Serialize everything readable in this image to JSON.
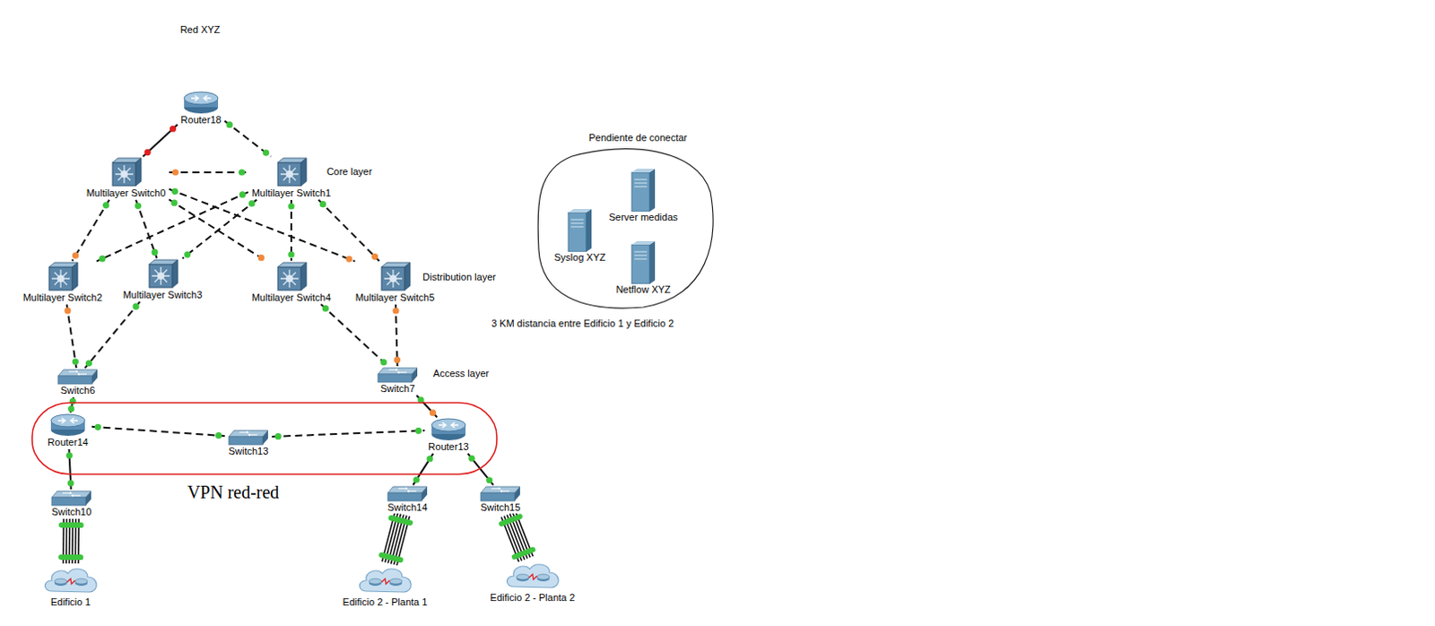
{
  "diagram": {
    "title": "Red XYZ",
    "nodes": [
      {
        "text": [
          "Router18"
        ]
      },
      {
        "text": [
          "Multilayer Switch0"
        ]
      },
      {
        "text": [
          "Multilayer Switch1"
        ]
      },
      {
        "text": [
          "Pendiente de conectar"
        ]
      },
      {
        "text": [
          "Server medidas"
        ],
        "in": 3
      },
      {
        "text": [
          "Syslog XYZ"
        ],
        "in": 3
      },
      {
        "text": [
          "Netflow XYZ"
        ],
        "in": 3
      },
      {
        "text": [
          "Multilayer Switch2"
        ]
      },
      {
        "text": [
          "Multilayer Switch3"
        ]
      },
      {
        "text": [
          "Multilayer Switch4"
        ]
      },
      {
        "text": [
          "Multilayer Switch5"
        ]
      },
      {
        "text": [
          "Switch6"
        ]
      },
      {
        "text": [
          "Switch7"
        ]
      },
      {
        "text": [
          "VPN red-red"
        ]
      },
      {
        "text": [
          "Router14"
        ],
        "in": 13
      },
      {
        "text": [
          "Switch13"
        ],
        "in": 13
      },
      {
        "text": [
          "Router13"
        ],
        "in": 13
      },
      {
        "text": [
          "Switch10"
        ]
      },
      {
        "text": [
          "Switch14"
        ]
      },
      {
        "text": [
          "Switch15"
        ]
      },
      {
        "text": [
          "Edificio 1"
        ]
      },
      {
        "text": [
          "Edificio 2 - Planta 1"
        ]
      },
      {
        "text": [
          "Edificio 2 - Planta 2"
        ]
      }
    ],
    "edges": [
      {
        "from": 0,
        "to": 1,
        "arrow": "none"
      },
      {
        "from": 0,
        "to": 2,
        "arrow": "none"
      },
      {
        "from": 1,
        "to": 2,
        "arrow": "none"
      },
      {
        "from": 1,
        "to": 7,
        "arrow": "none"
      },
      {
        "from": 1,
        "to": 8,
        "arrow": "none"
      },
      {
        "from": 1,
        "to": 9,
        "arrow": "none"
      },
      {
        "from": 1,
        "to": 10,
        "arrow": "none"
      },
      {
        "from": 2,
        "to": 7,
        "arrow": "none"
      },
      {
        "from": 2,
        "to": 8,
        "arrow": "none"
      },
      {
        "from": 2,
        "to": 9,
        "arrow": "none"
      },
      {
        "from": 2,
        "to": 10,
        "arrow": "none"
      },
      {
        "from": 7,
        "to": 11,
        "arrow": "none"
      },
      {
        "from": 8,
        "to": 11,
        "arrow": "none"
      },
      {
        "from": 9,
        "to": 12,
        "arrow": "none"
      },
      {
        "from": 10,
        "to": 12,
        "arrow": "none"
      },
      {
        "from": 11,
        "to": 14,
        "arrow": "none"
      },
      {
        "from": 12,
        "to": 16,
        "arrow": "none"
      },
      {
        "from": 14,
        "to": 15,
        "arrow": "none"
      },
      {
        "from": 15,
        "to": 16,
        "arrow": "none"
      },
      {
        "from": 14,
        "to": 17,
        "arrow": "none"
      },
      {
        "from": 16,
        "to": 18,
        "arrow": "none"
      },
      {
        "from": 16,
        "to": 19,
        "arrow": "none"
      },
      {
        "from": 17,
        "to": 20,
        "arrow": "none"
      },
      {
        "from": 18,
        "to": 21,
        "arrow": "none"
      },
      {
        "from": 19,
        "to": 22,
        "arrow": "none"
      }
    ],
    "labels": [
      "Core layer",
      "Distribution layer",
      "Access layer",
      "3 KM distancia entre Edificio 1 y Edificio 2"
    ]
  }
}
